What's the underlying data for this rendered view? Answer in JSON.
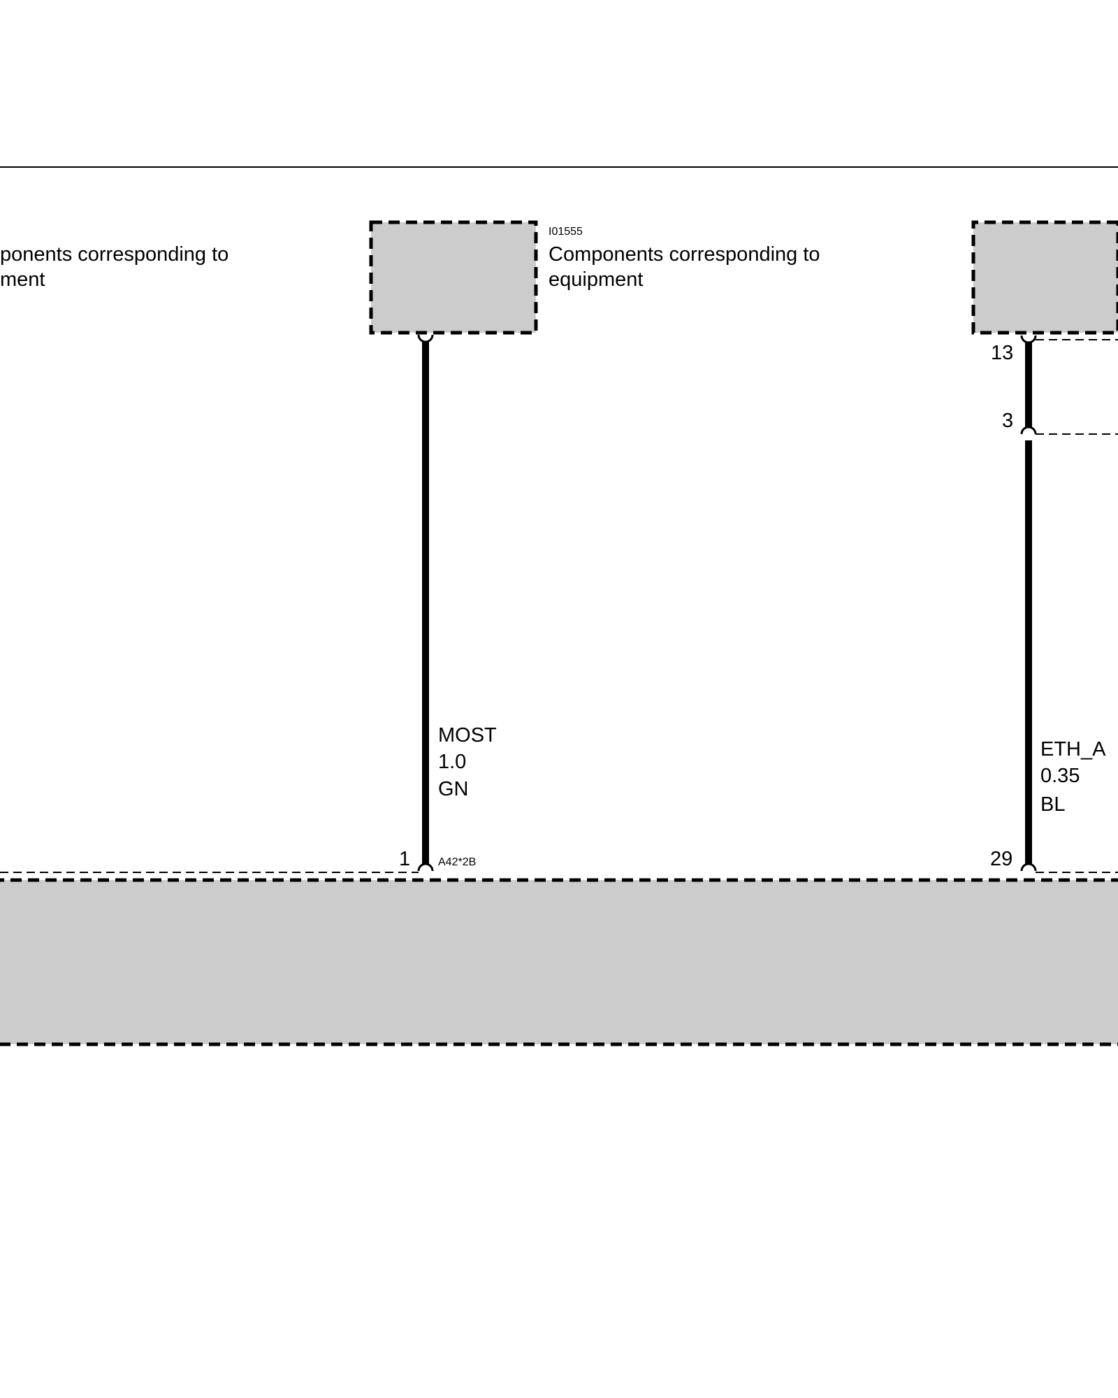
{
  "colors": {
    "ink": "#000000",
    "component_fill": "#cccccc",
    "background": "#ffffff"
  },
  "left_component": {
    "description_line1": "ponents corresponding to",
    "description_line2": "ment"
  },
  "middle_component": {
    "id": "I01555",
    "description_line1": "Components corresponding to",
    "description_line2": "equipment"
  },
  "wire_most": {
    "signal": "MOST",
    "size": "1.0",
    "color_code": "GN",
    "pin_bottom": "1",
    "connector": "A42*2B"
  },
  "wire_eth": {
    "signal": "ETH_A",
    "size": "0.35",
    "color_code": "BL",
    "pin_top": "13",
    "pin_mid": "3",
    "pin_bottom": "29"
  }
}
